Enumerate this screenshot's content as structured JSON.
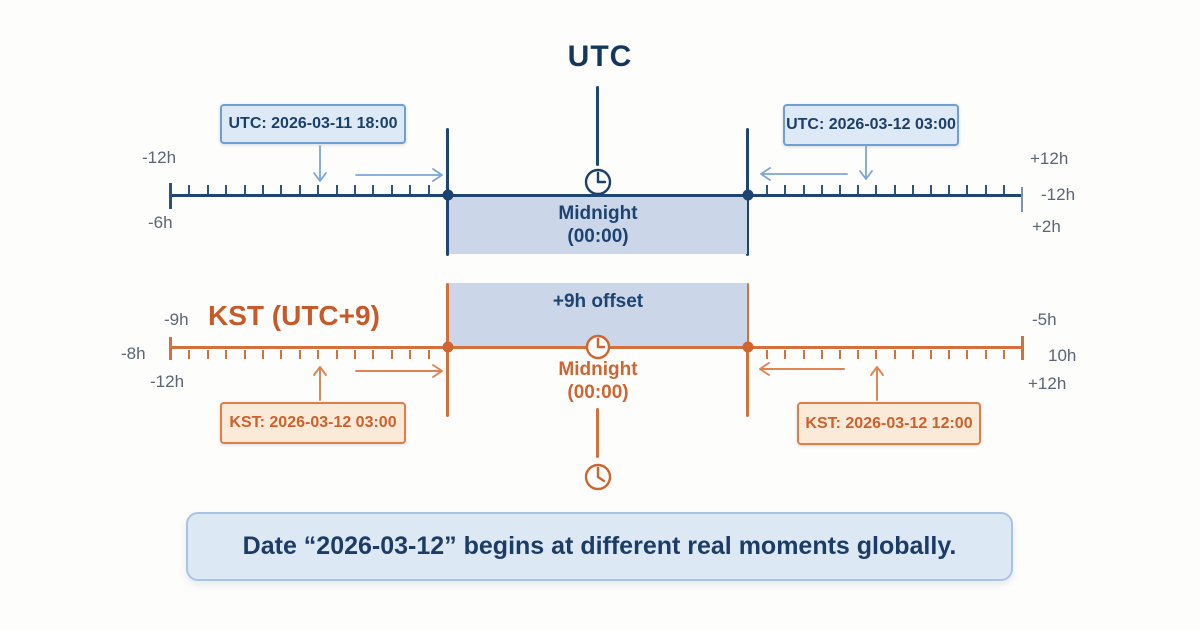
{
  "utc": {
    "title": "UTC",
    "left_box": "UTC: 2026-03-11 18:00",
    "right_box": "UTC: 2026-03-12 03:00",
    "midnight_line1": "Midnight",
    "midnight_line2": "(00:00)",
    "left_labels": [
      "-12h",
      "-6h"
    ],
    "right_labels": [
      "+12h",
      "-12h",
      "+2h"
    ]
  },
  "kst": {
    "title": "KST (UTC+9)",
    "offset_label": "+9h offset",
    "left_box": "KST: 2026-03-12 03:00",
    "right_box": "KST: 2026-03-12 12:00",
    "midnight_line1": "Midnight",
    "midnight_line2": "(00:00)",
    "left_labels": [
      "-9h",
      "-8h",
      "-12h"
    ],
    "right_labels": [
      "-5h",
      "10h",
      "+12h"
    ]
  },
  "caption": "Date “2026-03-12” begins at different real moments globally.",
  "icons": {
    "clock": "clock-icon",
    "arrow_down": "arrow-down-icon",
    "arrow_up": "arrow-up-icon",
    "arrow_left": "arrow-left-icon",
    "arrow_right": "arrow-right-icon"
  },
  "colors": {
    "navy_line": "#1f4673",
    "navy_text": "#1c3f68",
    "orange_line": "#d4703c",
    "orange_text": "#cf5f2b",
    "shade_fill": "#cbd7e9",
    "blue_box_fill": "#dde9f6",
    "blue_box_border": "#6f9fd2",
    "orange_box_fill": "#fcead9",
    "orange_box_border": "#dd7f47",
    "gray_label": "#5b6574",
    "banner_fill": "#dde8f5",
    "banner_border": "#a9c4e2"
  }
}
